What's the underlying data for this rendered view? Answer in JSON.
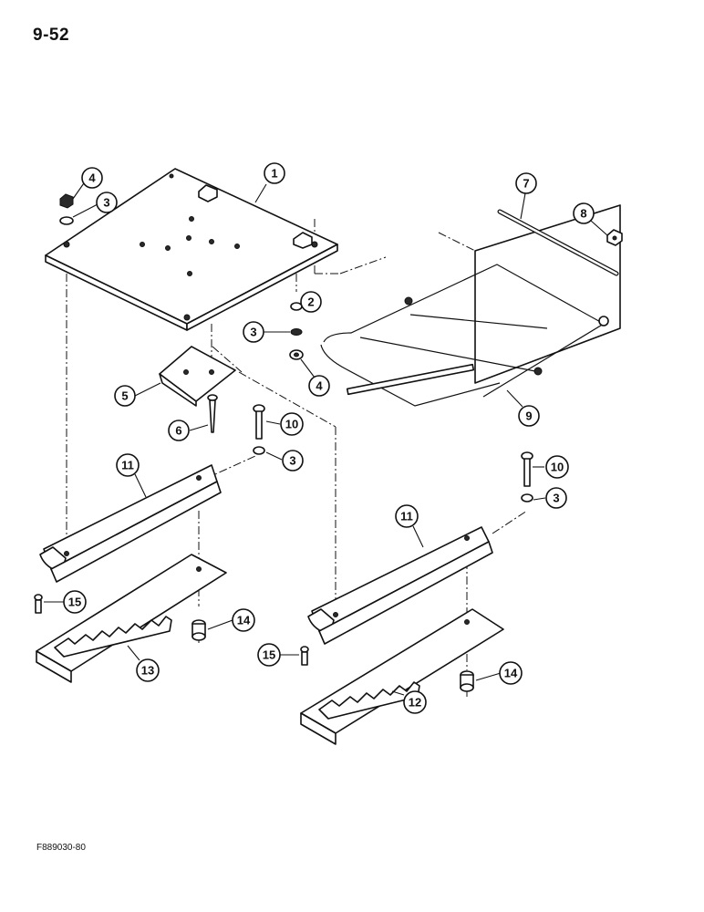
{
  "page": {
    "number": "9-52",
    "figure_code": "F889030-80"
  },
  "callouts": {
    "c1": "1",
    "c2": "2",
    "c3a": "3",
    "c3b": "3",
    "c3c": "3",
    "c3d": "3",
    "c4a": "4",
    "c4b": "4",
    "c5": "5",
    "c6": "6",
    "c7": "7",
    "c8": "8",
    "c9": "9",
    "c10a": "10",
    "c10b": "10",
    "c11a": "11",
    "c11b": "11",
    "c12": "12",
    "c13": "13",
    "c14a": "14",
    "c14b": "14",
    "c15a": "15",
    "c15b": "15"
  }
}
